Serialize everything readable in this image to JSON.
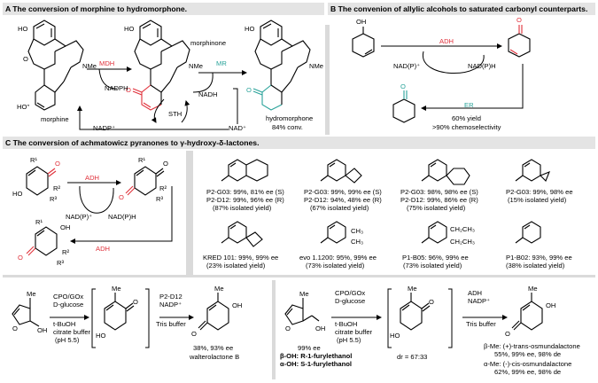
{
  "panelA": {
    "header": "A The conversion of morphine to hydromorphone.",
    "morphine_label": "morphine",
    "morphinone_label": "morphinone",
    "hydromorphone_label": "hydromorphone",
    "conv": "84% conv.",
    "mdh": "MDH",
    "mr": "MR",
    "nadph": "NADPH",
    "nadh": "NADH",
    "sth": "STH",
    "nadp": "NADP⁺",
    "nad": "NAD⁺",
    "ho": "HO",
    "nme": "NMe",
    "o": "O"
  },
  "panelB": {
    "header": "B The convenion of allylic alcohols to saturated carbonyl counterparts.",
    "adh": "ADH",
    "er": "ER",
    "nadp_plus": "NAD(P)⁺",
    "nadph": "NAD(P)H",
    "yield": "60% yield",
    "selectivity": ">90% chemoselectivity",
    "oh": "OH",
    "o": "O"
  },
  "panelC": {
    "header": "C The conversion of achmatowicz pyranones to γ-hydroxy-δ-lactones.",
    "adh_top": "ADH",
    "adh_bottom": "ADH",
    "nadp_plus": "NAD(P)⁺",
    "nadph": "NAD(P)H",
    "r1": "R¹",
    "r2": "R²",
    "r3": "R³",
    "ho": "HO",
    "oh": "OH",
    "o": "O",
    "products": [
      {
        "line1": "P2-G03: 99%, 81% ee (S)",
        "line2": "P2-D12: 99%, 96% ee (R)",
        "line3": "(87% isolated yield)"
      },
      {
        "line1": "P2-G03: 99%, 99% ee (S)",
        "line2": "P2-D12: 94%, 48% ee (R)",
        "line3": "(67% isolated yield)"
      },
      {
        "line1": "P2-G03: 98%, 98% ee (S)",
        "line2": "P2-D12: 99%, 86% ee (R)",
        "line3": "(75% isolated yield)"
      },
      {
        "line1": "P2-G03: 99%, 98% ee",
        "line2": "(15% isolated yield)",
        "line3": ""
      },
      {
        "line1": "KRED 101: 99%, 99% ee",
        "line2": "(23% isolated yield)",
        "line3": ""
      },
      {
        "line1": "evo 1.1200: 95%, 99% ee",
        "line2": "(73% isolated yield)",
        "line3": ""
      },
      {
        "line1": "P1-B05: 96%, 99% ee",
        "line2": "(73% isolated yield)",
        "line3": ""
      },
      {
        "line1": "P1-B02: 93%, 99% ee",
        "line2": "(38% isolated yield)",
        "line3": ""
      }
    ],
    "ch3": "CH₃",
    "ch2ch3": "CH₂CH₃"
  },
  "bottom": {
    "left": {
      "cond_top": "CPO/GOx",
      "cond_glucose": "D-glucose",
      "cond_buoh": "t-BuOH",
      "cond_buffer": "citrate buffer",
      "cond_ph": "(pH 5.5)",
      "enzyme": "P2-D12",
      "cofactor": "NADP⁺",
      "buffer": "Tris buffer",
      "product_stats": "38%, 93% ee",
      "product_name": "walterolactone B",
      "me": "Me",
      "oh": "OH",
      "ho": "HO",
      "o": "O"
    },
    "right": {
      "start_ee": "99% ee",
      "beta_oh": "β-OH: R-1-furylethanol",
      "alpha_oh": "α-OH: S-1-furylethanol",
      "cond_top": "CPO/GOx",
      "cond_glucose": "D-glucose",
      "cond_buoh": "t-BuOH",
      "cond_buffer": "citrate buffer",
      "cond_ph": "(pH 5.5)",
      "dr": "dr = 67:33",
      "enzyme": "ADH",
      "cofactor": "NADP⁺",
      "buffer": "Tris buffer",
      "beta_name": "β-Me: (+)-trans-osmundalactone",
      "beta_stats": "55%, 99% ee, 98% de",
      "alpha_name": "α-Me: (-)-cis-osmundalactone",
      "alpha_stats": "62%, 99% ee, 98% de",
      "me": "Me",
      "oh": "OH",
      "ho": "HO",
      "o": "O"
    }
  }
}
